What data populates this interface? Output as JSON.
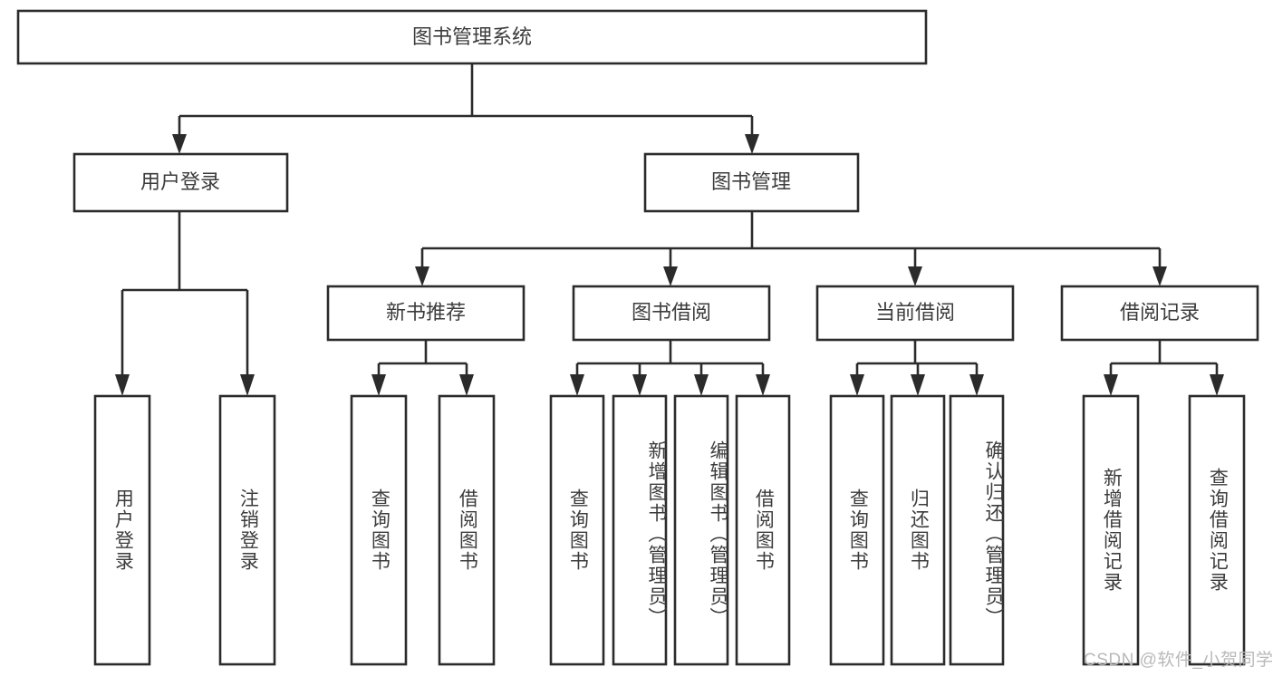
{
  "diagram": {
    "type": "tree-hierarchy",
    "orientation": "top-down",
    "colors": {
      "box_stroke": "#2b2b2b",
      "box_fill": "#ffffff",
      "text": "#3c3c3c",
      "connector": "#2b2b2b",
      "watermark": "#b9b9b9",
      "background": "#ffffff"
    },
    "root": {
      "id": "root",
      "label": "图书管理系统",
      "level": 0,
      "orientation": "horizontal"
    },
    "level2": [
      {
        "id": "user-login",
        "label": "用户登录",
        "level": 1,
        "orientation": "horizontal",
        "parent": "root"
      },
      {
        "id": "book-management",
        "label": "图书管理",
        "level": 1,
        "orientation": "horizontal",
        "parent": "root"
      }
    ],
    "level3": [
      {
        "id": "new-book-recommend",
        "label": "新书推荐",
        "level": 2,
        "orientation": "horizontal",
        "parent": "book-management"
      },
      {
        "id": "book-borrow",
        "label": "图书借阅",
        "level": 2,
        "orientation": "horizontal",
        "parent": "book-management"
      },
      {
        "id": "current-borrow",
        "label": "当前借阅",
        "level": 2,
        "orientation": "horizontal",
        "parent": "book-management"
      },
      {
        "id": "borrow-record",
        "label": "借阅记录",
        "level": 2,
        "orientation": "horizontal",
        "parent": "book-management"
      }
    ],
    "leaves": [
      {
        "id": "leaf-user-login",
        "label": "用户登录",
        "orientation": "vertical",
        "parent": "user-login"
      },
      {
        "id": "leaf-logout",
        "label": "注销登录",
        "orientation": "vertical",
        "parent": "user-login"
      },
      {
        "id": "leaf-query-book-1",
        "label": "查询图书",
        "orientation": "vertical",
        "parent": "new-book-recommend"
      },
      {
        "id": "leaf-borrow-book-1",
        "label": "借阅图书",
        "orientation": "vertical",
        "parent": "new-book-recommend"
      },
      {
        "id": "leaf-query-book-2",
        "label": "查询图书",
        "orientation": "vertical",
        "parent": "book-borrow"
      },
      {
        "id": "leaf-add-book",
        "label": "新增图书（管理员）",
        "orientation": "vertical",
        "parent": "book-borrow"
      },
      {
        "id": "leaf-edit-book",
        "label": "编辑图书（管理员）",
        "orientation": "vertical",
        "parent": "book-borrow"
      },
      {
        "id": "leaf-borrow-book-2",
        "label": "借阅图书",
        "orientation": "vertical",
        "parent": "book-borrow"
      },
      {
        "id": "leaf-query-book-3",
        "label": "查询图书",
        "orientation": "vertical",
        "parent": "current-borrow"
      },
      {
        "id": "leaf-return-book",
        "label": "归还图书",
        "orientation": "vertical",
        "parent": "current-borrow"
      },
      {
        "id": "leaf-confirm-return",
        "label": "确认归还（管理员）",
        "orientation": "vertical",
        "parent": "current-borrow"
      },
      {
        "id": "leaf-add-record",
        "label": "新增借阅记录",
        "orientation": "vertical",
        "parent": "borrow-record"
      },
      {
        "id": "leaf-query-record",
        "label": "查询借阅记录",
        "orientation": "vertical",
        "parent": "borrow-record"
      }
    ]
  },
  "watermark": {
    "text": "CSDN @软件_小贺同学"
  }
}
